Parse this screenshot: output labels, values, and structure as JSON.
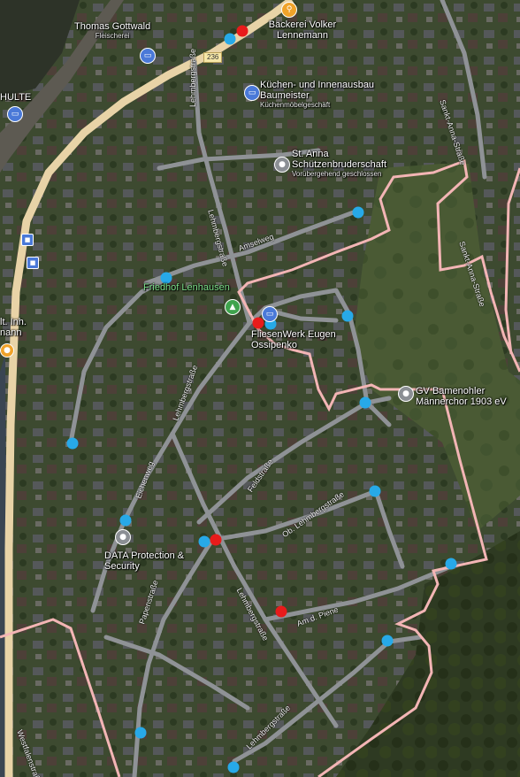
{
  "map": {
    "colors": {
      "road_main": "#e8d3a7",
      "road_local": "#8f9296",
      "boundary": "#f3b5b5",
      "marker_blue": "#27a9e8",
      "marker_red": "#e81b1b"
    },
    "route_number": "236",
    "places": [
      {
        "name": "Thomas Gottwald",
        "sub": "Fleischerei",
        "icon": "shopping-basket-icon"
      },
      {
        "name": "Bäckerei Volker Lennemann",
        "sub": "",
        "icon": "fork-knife-icon"
      },
      {
        "name": "Küchen- und Innenausbau Baumeister",
        "sub": "Küchenmöbelgeschäft",
        "icon": "shopping-basket-icon"
      },
      {
        "name": "St. Anna Schützenbruderschaft",
        "sub": "Vorübergehend geschlossen",
        "icon": "pin-icon"
      },
      {
        "name": "Friedhof Lenhausen",
        "sub": "",
        "icon": "tree-icon"
      },
      {
        "name": "FliesenWerk Eugen Ossipenko",
        "sub": "",
        "icon": "shopping-basket-icon"
      },
      {
        "name": "GV Bamenohler Männerchor 1903 eV",
        "sub": "",
        "icon": "pin-icon"
      },
      {
        "name": "DATA Protection & Security",
        "sub": "",
        "icon": "pin-icon"
      },
      {
        "name": "HULTE",
        "sub": "",
        "icon": "shopping-basket-icon"
      }
    ],
    "streets": [
      "Lehmbergstraße",
      "Lehmbergstraße",
      "Amselweg",
      "Sankt-Anna-Straße",
      "Sankt-Anna-Straße",
      "Lehmbergstraße",
      "Eichenweg",
      "Feldstraße",
      "Ob. Lehmbergstraße",
      "Lehmbergstraße",
      "Papenstraße",
      "Am d. Piene",
      "Lehmbergstraße",
      "Westfalenstraße"
    ],
    "edge_text": [
      "lt. Inh.",
      "nann"
    ]
  }
}
